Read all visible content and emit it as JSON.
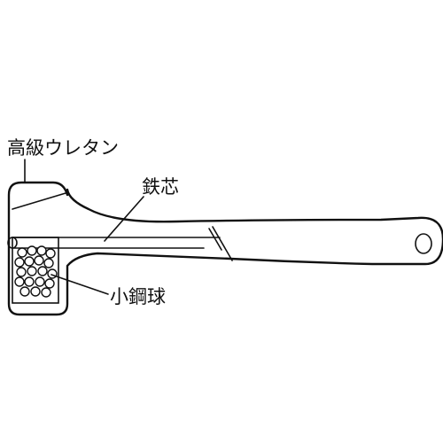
{
  "labels": {
    "urethane": "高級ウレタン",
    "iron_core": "鉄芯",
    "steel_balls": "小鋼球"
  },
  "colors": {
    "line": "#111111",
    "background": "#ffffff"
  }
}
